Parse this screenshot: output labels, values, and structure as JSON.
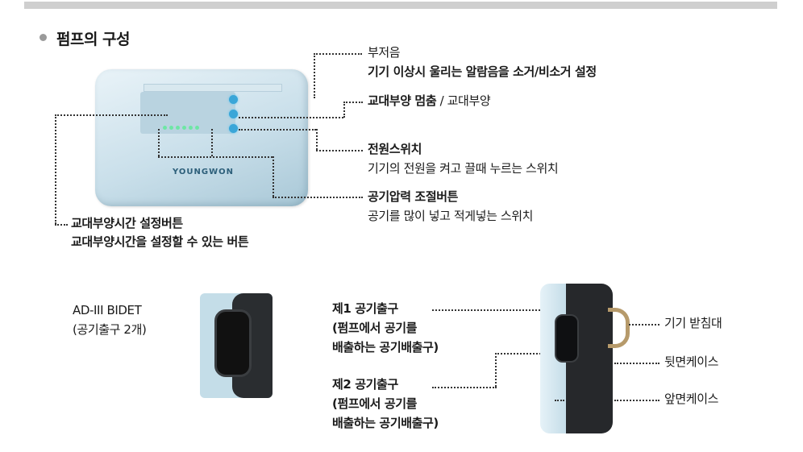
{
  "title": "펌프의 구성",
  "callouts": {
    "buzzer_title": "부저음",
    "buzzer_desc": "기기 이상시 울리는 알람음을 소거/비소거 설정",
    "alt_stop": "교대부양 멈춤",
    "alt_sep": "/",
    "alt_on": "교대부양",
    "power_title": "전원스위치",
    "power_desc": "기기의 전원을 켜고 끌때 누르는 스위치",
    "pressure_title": "공기압력 조절버튼",
    "pressure_desc": "공기를 많이 넣고 적게넣는 스위치",
    "time_title": "교대부양시간 설정버튼",
    "time_desc": "교대부양시간을 설정할 수 있는 버튼"
  },
  "device_brand": "YOUNGWON",
  "model": {
    "name": "AD-III BIDET",
    "note": "(공기출구 2개)"
  },
  "outlets": {
    "o1_title": "제1 공기출구",
    "o1_l2": "(펌프에서 공기를",
    "o1_l3": "배출하는 공기배출구)",
    "o2_title": "제2 공기출구",
    "o2_l2": "(펌프에서 공기를",
    "o2_l3": "배출하는 공기배출구)"
  },
  "side_labels": {
    "stand": "기기 받침대",
    "back_case": "뒷면케이스",
    "front_case": "앞면케이스"
  }
}
